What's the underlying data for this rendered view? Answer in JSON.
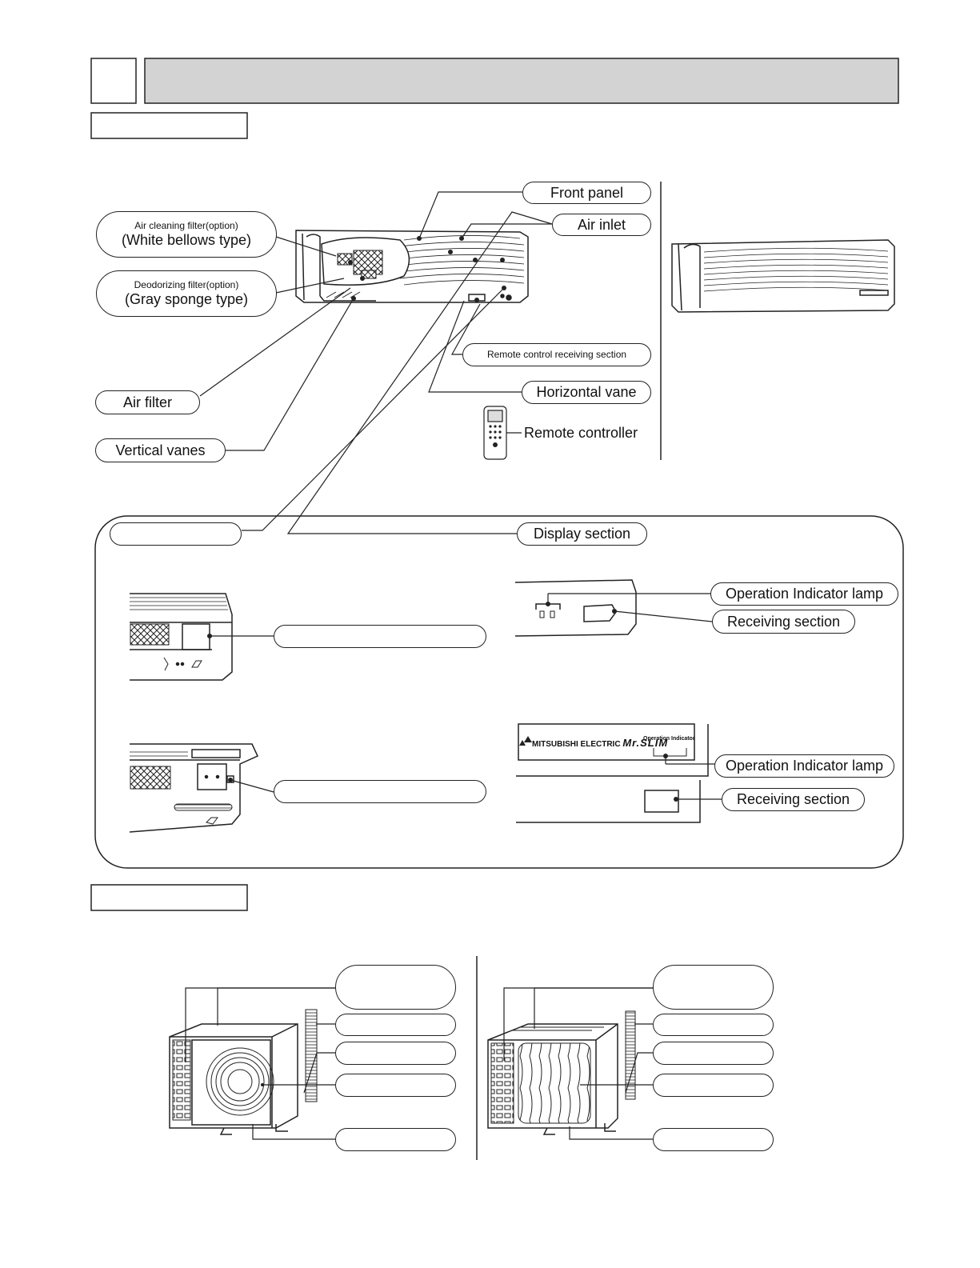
{
  "indoor": {
    "labels": {
      "front_panel": "Front panel",
      "air_inlet": "Air inlet",
      "air_cleaning_filter": "Air cleaning filter(option)",
      "air_cleaning_filter_type": "(White bellows type)",
      "deodorizing_filter": "Deodorizing filter(option)",
      "deodorizing_filter_type": "(Gray sponge type)",
      "remote_receiving": "Remote control receiving section",
      "horizontal_vane": "Horizontal vane",
      "remote_controller": "Remote controller",
      "air_filter": "Air filter",
      "vertical_vanes": "Vertical vanes"
    }
  },
  "display": {
    "display_section": "Display section",
    "upper": {
      "operation_indicator_lamp": "Operation Indicator lamp",
      "receiving_section": "Receiving section"
    },
    "lower": {
      "brand": "MITSUBISHI ELECTRIC",
      "brand_series": "Mr.SLIM",
      "operation_indicator_text": "Operation Indicator",
      "operation_indicator_lamp": "Operation Indicator lamp",
      "receiving_section": "Receiving section"
    }
  }
}
